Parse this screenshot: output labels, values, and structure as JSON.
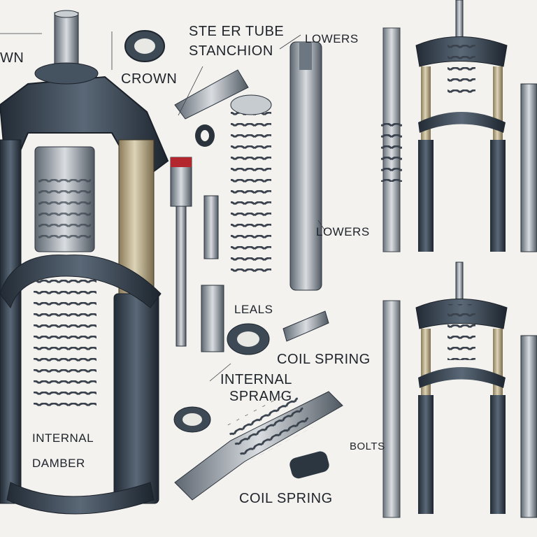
{
  "labels": {
    "crown_cut": "WN",
    "crown": "CROWN",
    "steer_tube": "STE ER TUBE",
    "stanchion": "STANCHION",
    "lowers_top": "LOWERS",
    "lowers_mid": "LOWERS",
    "seals": "LEALS",
    "coil_spring_1": "COIL SPRING",
    "internal_spring_1": "INTERNAL",
    "internal_spring_2": "SPRAMG",
    "internal_damper_1": "INTERNAL",
    "internal_damper_2": "DAMBER",
    "bolts": "BOLTS",
    "coil_spring_2": "COIL SPRING"
  },
  "colors": {
    "background": "#f3f2ee",
    "metal_dark": "#33414f",
    "metal_mid": "#8d969f",
    "gold": "#b8a880",
    "ink": "#1f242b",
    "accent_red": "#b3262e"
  }
}
